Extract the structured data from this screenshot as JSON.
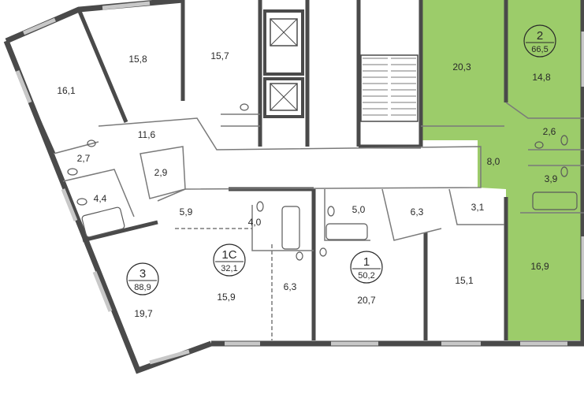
{
  "colors": {
    "highlight_fill": "#9ccc6a",
    "wall": "#4a4a4a",
    "thin_line": "#7a7a7a",
    "window": "#bfbfbf",
    "background": "#ffffff"
  },
  "highlighted_apartment": "2",
  "apartments": [
    {
      "id": "apt-3",
      "number": "3",
      "area": "88,9"
    },
    {
      "id": "apt-1c",
      "number": "1С",
      "area": "32,1"
    },
    {
      "id": "apt-1",
      "number": "1",
      "area": "50,2"
    },
    {
      "id": "apt-2",
      "number": "2",
      "area": "66,5"
    }
  ],
  "rooms": [
    {
      "id": "r-16-1",
      "label": "16,1"
    },
    {
      "id": "r-15-8",
      "label": "15,8"
    },
    {
      "id": "r-15-7",
      "label": "15,7"
    },
    {
      "id": "r-20-3",
      "label": "20,3"
    },
    {
      "id": "r-14-8",
      "label": "14,8"
    },
    {
      "id": "r-11-6",
      "label": "11,6"
    },
    {
      "id": "r-2-7",
      "label": "2,7"
    },
    {
      "id": "r-2-9",
      "label": "2,9"
    },
    {
      "id": "r-4-4",
      "label": "4,4"
    },
    {
      "id": "r-2-6",
      "label": "2,6"
    },
    {
      "id": "r-8-0",
      "label": "8,0"
    },
    {
      "id": "r-3-9",
      "label": "3,9"
    },
    {
      "id": "r-5-9",
      "label": "5,9"
    },
    {
      "id": "r-4-0",
      "label": "4,0"
    },
    {
      "id": "r-5-0",
      "label": "5,0"
    },
    {
      "id": "r-6-3a",
      "label": "6,3"
    },
    {
      "id": "r-3-1",
      "label": "3,1"
    },
    {
      "id": "r-16-9",
      "label": "16,9"
    },
    {
      "id": "r-19-7",
      "label": "19,7"
    },
    {
      "id": "r-15-9",
      "label": "15,9"
    },
    {
      "id": "r-6-3b",
      "label": "6,3"
    },
    {
      "id": "r-20-7",
      "label": "20,7"
    },
    {
      "id": "r-15-1",
      "label": "15,1"
    }
  ]
}
